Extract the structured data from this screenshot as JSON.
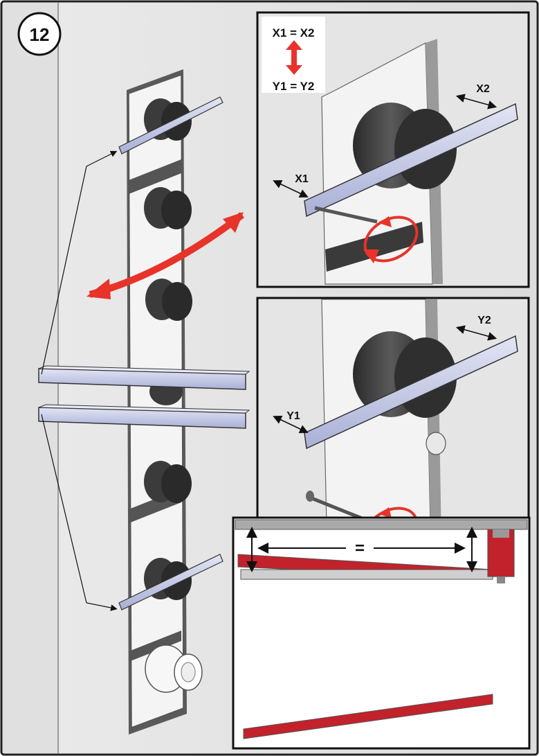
{
  "step": {
    "number": "12"
  },
  "detail_top": {
    "legend_line1": "X1 = X2",
    "legend_line2": "Y1 = Y2",
    "label_left": "X1",
    "label_right": "X2"
  },
  "detail_middle": {
    "label_left": "Y1",
    "label_right": "Y2"
  },
  "detail_bottom": {
    "equal_sign": "="
  },
  "colors": {
    "arrow_red": "#e8332a",
    "rod_blue": "#c5cbe6",
    "knob_dark": "#3a3a3a",
    "wall_grey": "#e6e6e6"
  }
}
